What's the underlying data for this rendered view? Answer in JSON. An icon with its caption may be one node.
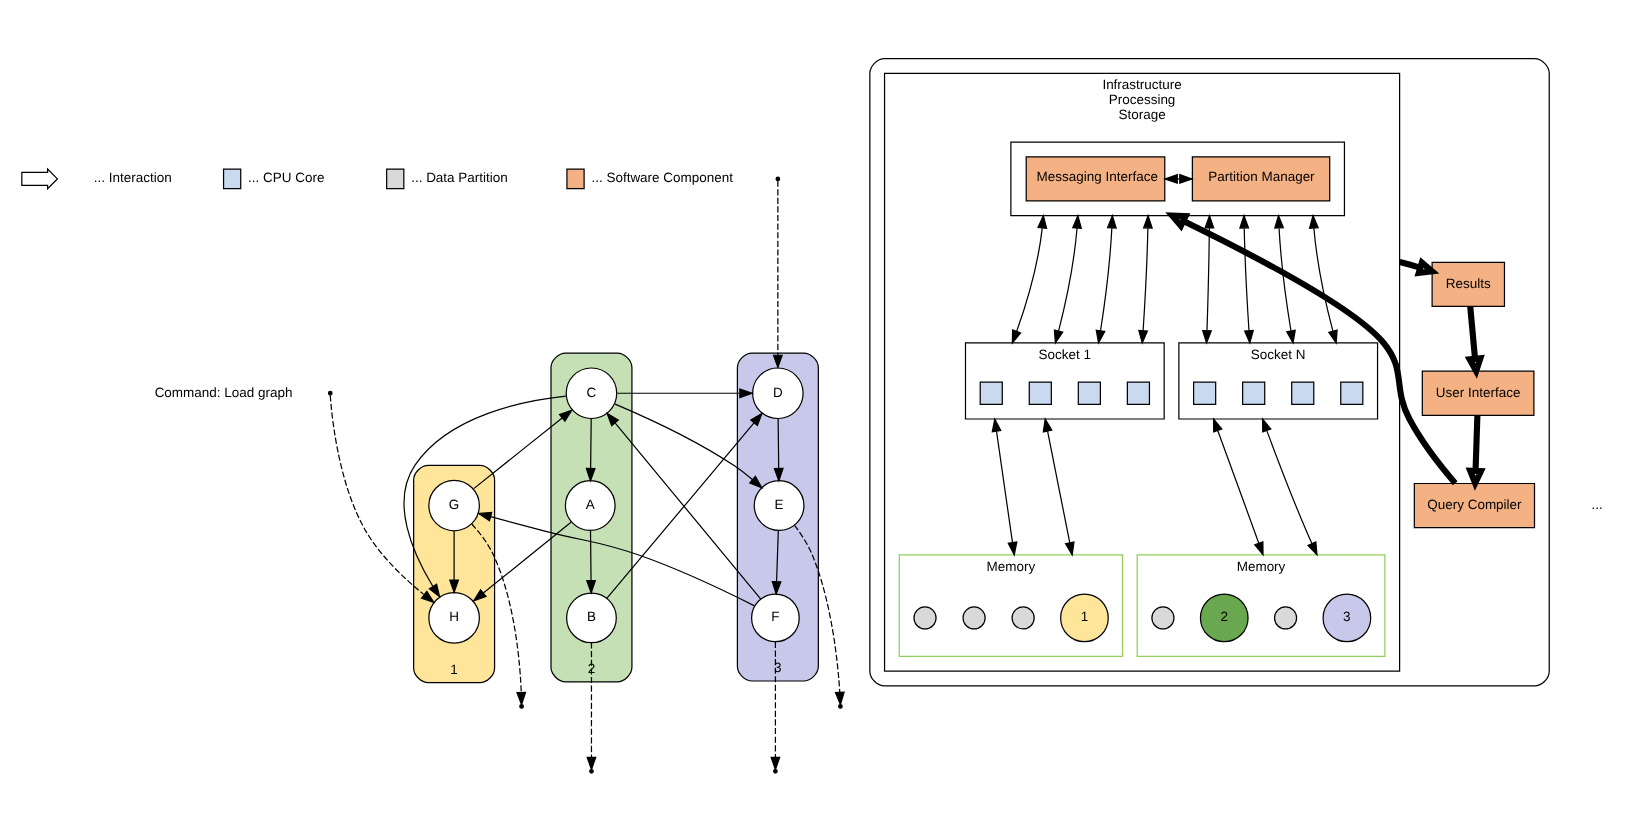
{
  "diagram": {
    "nodes": [
      {
        "text": [
          "1"
        ]
      },
      {
        "text": [
          "H"
        ],
        "in": 0
      },
      {
        "text": [
          "G"
        ],
        "in": 0
      },
      {
        "text": [
          "2"
        ]
      },
      {
        "text": [
          "A"
        ],
        "in": 3
      },
      {
        "text": [
          "C"
        ],
        "in": 3
      },
      {
        "text": [
          "B"
        ],
        "in": 3
      },
      {
        "text": [
          "3"
        ]
      },
      {
        "text": [
          "F"
        ],
        "in": 7
      },
      {
        "text": [
          "E"
        ],
        "in": 7
      },
      {
        "text": [
          "D"
        ],
        "in": 7
      },
      {
        "text": [],
        "shape": "box"
      },
      {
        "text": [
          "User Interface"
        ],
        "in": 11
      },
      {
        "text": [
          "Query Compiler"
        ],
        "in": 11
      },
      {
        "text": [
          "Results"
        ],
        "in": 11
      },
      {
        "text": [
          "Infrastructure",
          "Processing",
          "Storage"
        ],
        "in": 11
      },
      {
        "text": [],
        "shape": "box",
        "in": 15
      },
      {
        "text": [
          "Messaging Interface"
        ],
        "in": 16
      },
      {
        "text": [
          "Partition Manager"
        ],
        "in": 16
      },
      {
        "text": [
          "Socket 1"
        ],
        "in": 15
      },
      {
        "text": [],
        "shape": "box",
        "in": 19
      },
      {
        "text": [],
        "shape": "box",
        "in": 19
      },
      {
        "text": [],
        "shape": "box",
        "in": 19
      },
      {
        "text": [],
        "shape": "box",
        "in": 19
      },
      {
        "text": [
          "Socket N"
        ],
        "in": 15
      },
      {
        "text": [],
        "shape": "box",
        "in": 24
      },
      {
        "text": [],
        "shape": "box",
        "in": 24
      },
      {
        "text": [],
        "shape": "box",
        "in": 24
      },
      {
        "text": [],
        "shape": "box",
        "in": 24
      },
      {
        "text": [
          "Memory"
        ],
        "in": 15
      },
      {
        "text": [],
        "shape": "circle",
        "in": 29
      },
      {
        "text": [
          "1"
        ],
        "in": 29
      },
      {
        "text": [],
        "shape": "circle",
        "in": 29
      },
      {
        "text": [],
        "shape": "circle",
        "in": 29
      },
      {
        "text": [
          "Memory"
        ],
        "in": 15
      },
      {
        "text": [],
        "shape": "circle",
        "in": 34
      },
      {
        "text": [
          "3"
        ],
        "in": 34
      },
      {
        "text": [
          "2"
        ],
        "in": 34
      },
      {
        "text": [],
        "shape": "circle",
        "in": 34
      }
    ],
    "edges": [
      {
        "from": 2,
        "to": 1,
        "arrow": "to"
      },
      {
        "from": null,
        "to": 1,
        "arrow": "to",
        "style": "dashed"
      },
      {
        "from": 2,
        "to": null,
        "arrow": "to",
        "style": "dashed"
      },
      {
        "from": 2,
        "to": 5,
        "arrow": "to"
      },
      {
        "from": 5,
        "to": 1,
        "arrow": "to"
      },
      {
        "from": 4,
        "to": 1,
        "arrow": "to"
      },
      {
        "from": 5,
        "to": 4,
        "arrow": "to"
      },
      {
        "from": 8,
        "to": 5,
        "arrow": "to"
      },
      {
        "from": 8,
        "to": 2,
        "arrow": "to"
      },
      {
        "from": 8,
        "to": null,
        "arrow": "to",
        "style": "dashed"
      },
      {
        "from": 4,
        "to": 6,
        "arrow": "to"
      },
      {
        "from": 6,
        "to": 10,
        "arrow": "to"
      },
      {
        "from": 6,
        "to": null,
        "arrow": "to",
        "style": "dashed"
      },
      {
        "from": 5,
        "to": 10,
        "arrow": "to"
      },
      {
        "from": 5,
        "to": 9,
        "arrow": "to"
      },
      {
        "from": 10,
        "to": 9,
        "arrow": "to"
      },
      {
        "from": null,
        "to": 10,
        "arrow": "to",
        "style": "dashed"
      },
      {
        "from": 9,
        "to": 8,
        "arrow": "to"
      },
      {
        "from": 9,
        "to": null,
        "arrow": "to",
        "style": "dashed"
      },
      {
        "from": 12,
        "to": 13,
        "arrow": "to",
        "style": "thick"
      },
      {
        "from": 13,
        "to": 16,
        "arrow": "to",
        "style": "thick"
      },
      {
        "from": 15,
        "to": 14,
        "arrow": "to",
        "style": "thick"
      },
      {
        "from": 14,
        "to": 12,
        "arrow": "to",
        "style": "thick"
      },
      {
        "from": 17,
        "to": 18,
        "arrow": "both"
      },
      {
        "from": 16,
        "to": 19,
        "arrow": "both"
      },
      {
        "from": 16,
        "to": 19,
        "arrow": "both"
      },
      {
        "from": 16,
        "to": 19,
        "arrow": "both"
      },
      {
        "from": 16,
        "to": 19,
        "arrow": "both"
      },
      {
        "from": 16,
        "to": 24,
        "arrow": "both"
      },
      {
        "from": 16,
        "to": 24,
        "arrow": "both"
      },
      {
        "from": 16,
        "to": 24,
        "arrow": "both"
      },
      {
        "from": 16,
        "to": 24,
        "arrow": "both"
      },
      {
        "from": 19,
        "to": 29,
        "arrow": "both"
      },
      {
        "from": 19,
        "to": 29,
        "arrow": "both"
      },
      {
        "from": 24,
        "to": 34,
        "arrow": "both"
      },
      {
        "from": 24,
        "to": 34,
        "arrow": "both"
      }
    ],
    "labels": [
      "Command: Load graph",
      "..."
    ],
    "legend": [
      {
        "text": "... Interaction"
      },
      {
        "text": "... CPU Core",
        "color": "#c9daf0"
      },
      {
        "text": "... Data Partition",
        "color": "#d9d9d9"
      },
      {
        "text": "... Software Component",
        "color": "#f4b183"
      }
    ]
  }
}
